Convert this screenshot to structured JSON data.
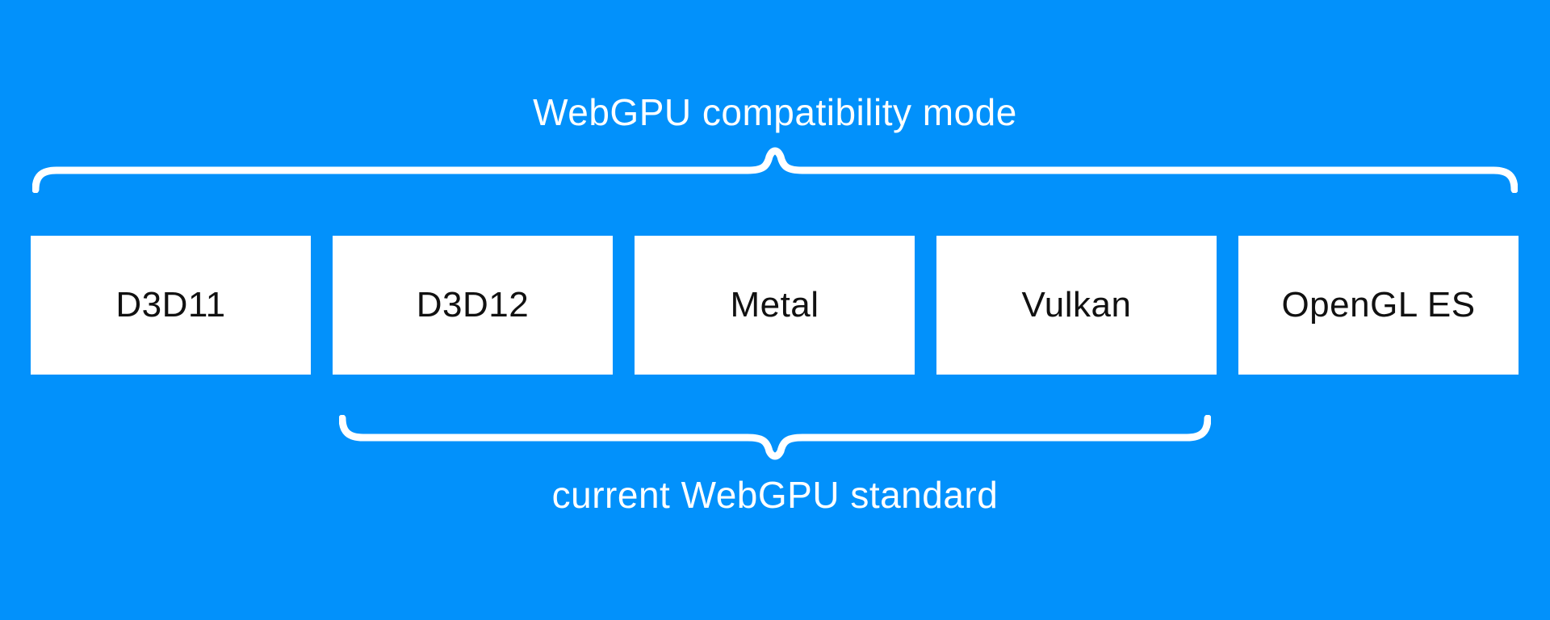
{
  "diagram": {
    "title": "WebGPU compatibility mode",
    "bottom_label": "current WebGPU standard",
    "boxes": [
      {
        "label": "D3D11"
      },
      {
        "label": "D3D12"
      },
      {
        "label": "Metal"
      },
      {
        "label": "Vulkan"
      },
      {
        "label": "OpenGL ES"
      }
    ],
    "top_brace_spans": "D3D11, D3D12, Metal, Vulkan, OpenGL ES",
    "bottom_brace_spans": "D3D12, Metal, Vulkan"
  },
  "colors": {
    "background": "#0291fb",
    "foreground": "#ffffff",
    "box_background": "#ffffff",
    "box_text": "#111111"
  }
}
